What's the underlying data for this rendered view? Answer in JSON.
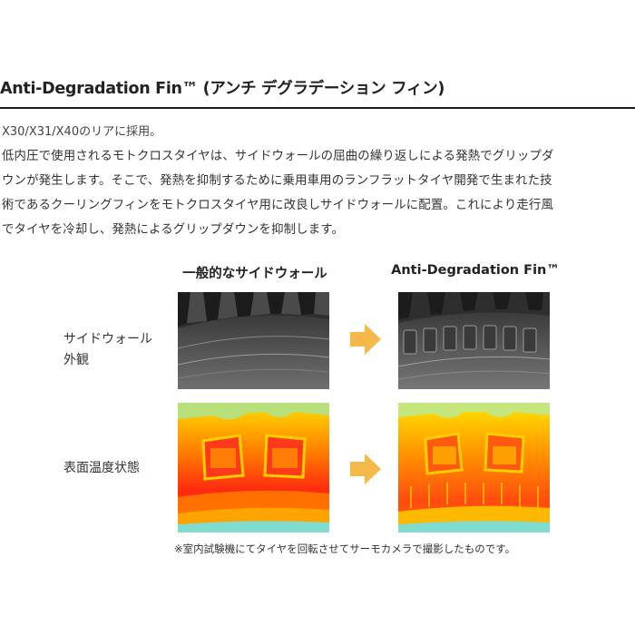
{
  "heading": {
    "title": "Anti-Degradation Fin™ (アンチ デグラデーション フィン)"
  },
  "intro": {
    "adoption": "X30/X31/X40のリアに採用。",
    "lines": [
      "低内圧で使用されるモトクロスタイヤは、サイドウォールの屈曲の繰り返しによる発熱でグリップダ",
      "ウンが発生します。そこで、発熱を抑制するために乗用車用のランフラットタイヤ開発で生まれた技",
      "術であるクーリングフィンをモトクロスタイヤ用に改良しサイドウォールに配置。これにより走行風",
      "でタイヤを冷却し、発熱によるグリップダウンを抑制します。"
    ]
  },
  "comparison": {
    "columns": {
      "standard": "一般的なサイドウォール",
      "fin": "Anti-Degradation Fin™"
    },
    "rows": {
      "appearance_line1": "サイドウォール",
      "appearance_line2": "外観",
      "temperature": "表面温度状態"
    },
    "arrow_icon": "right-arrow-icon",
    "arrow_color": "#f5b94a"
  },
  "footnote": "※室内試験機にてタイヤを回転させてサーモカメラで撮影したものです。"
}
